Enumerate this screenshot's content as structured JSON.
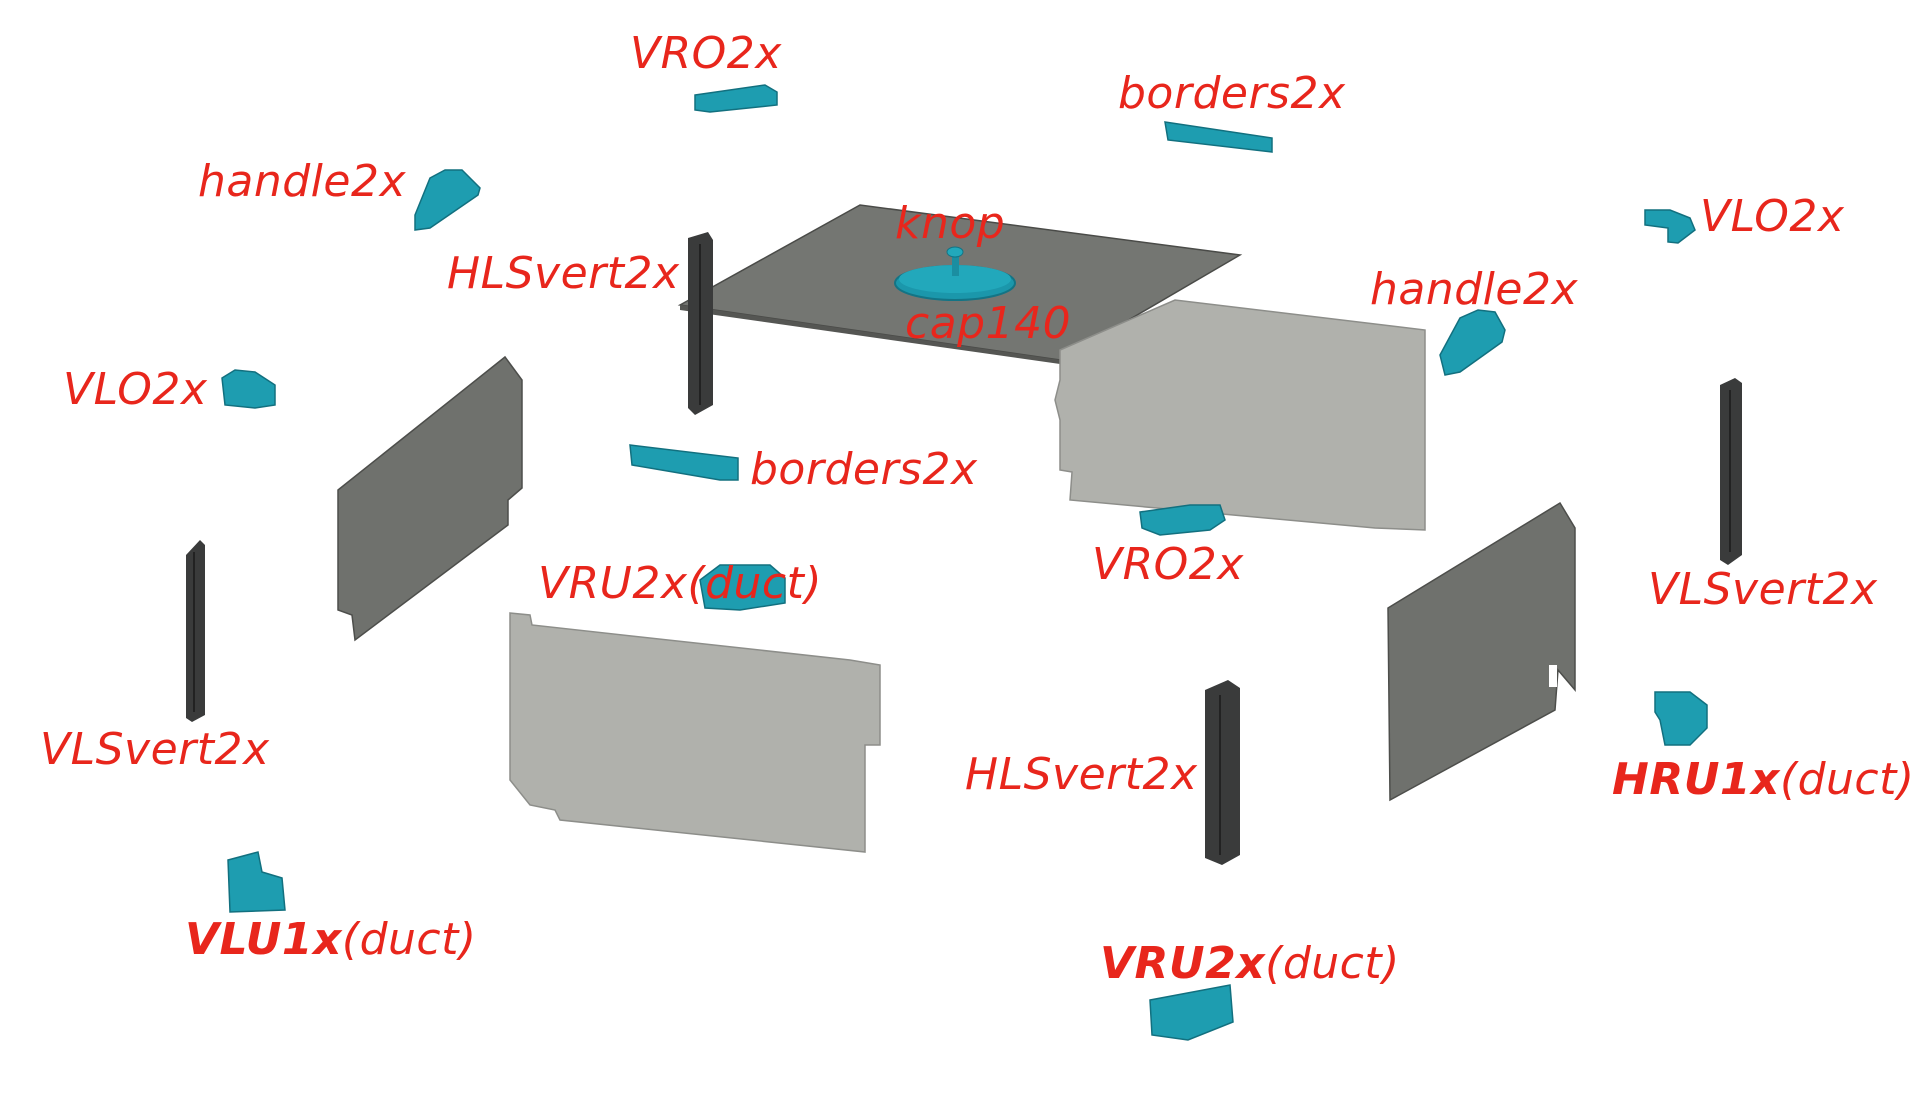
{
  "colors": {
    "label": "#e8261c",
    "part_teal": "#1e9db0",
    "panel_light": "#b0b1ac",
    "panel_dark": "#6f716d",
    "profile_black": "#3a3b3b"
  },
  "labels": {
    "vro2x_top": "VRO2x",
    "borders2x_top": "borders2x",
    "handle2x_left": "handle2x",
    "vlo2x_right": "VLO2x",
    "knop": "knop",
    "hlsvert2x_top": "HLSvert2x",
    "handle2x_right": "handle2x",
    "cap140": "cap140",
    "vlo2x_left": "VLO2x",
    "borders2x_mid": "borders2x",
    "vro2x_mid": "VRO2x",
    "vlsvert2x_right": "VLSvert2x",
    "vru2x_mid": "VRU2x(duct)",
    "vlsvert2x_left": "VLSvert2x",
    "hlsvert2x_bottom": "HLSvert2x",
    "hru1x_bold": "HRU1x",
    "hru1x_rest": "(duct)",
    "vlu1x_bold": "VLU1x",
    "vlu1x_rest": "(duct)",
    "vru2x_bottom_bold": "VRU2x",
    "vru2x_bottom_rest": "(duct)"
  }
}
